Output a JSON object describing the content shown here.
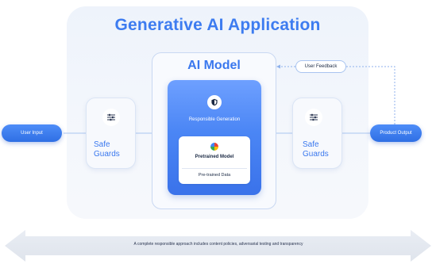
{
  "diagram": {
    "title": "Generative AI Application",
    "ai_model_title": "AI Model",
    "responsible_generation": "Responsible Generation",
    "pretrained_model": "Pretrained Model",
    "pretrained_data": "Pre-trained Data",
    "safeguards_left": {
      "line1": "Safe",
      "line2": "Guards"
    },
    "safeguards_right": {
      "line1": "Safe",
      "line2": "Guards"
    },
    "user_input": "User Input",
    "product_output": "Product Output",
    "user_feedback": "User Feedback",
    "bottom_note": "A complete responsible approach includes content policies, adversarial testing and transparency"
  },
  "icons": {
    "safeguard": "sliders-icon",
    "responsible": "shield-icon",
    "pretrained": "google-gemini-icon"
  },
  "colors": {
    "accent": "#3a78ee",
    "pill_blue": "#2f6fe4",
    "frame_bg": "#eef3fb"
  }
}
